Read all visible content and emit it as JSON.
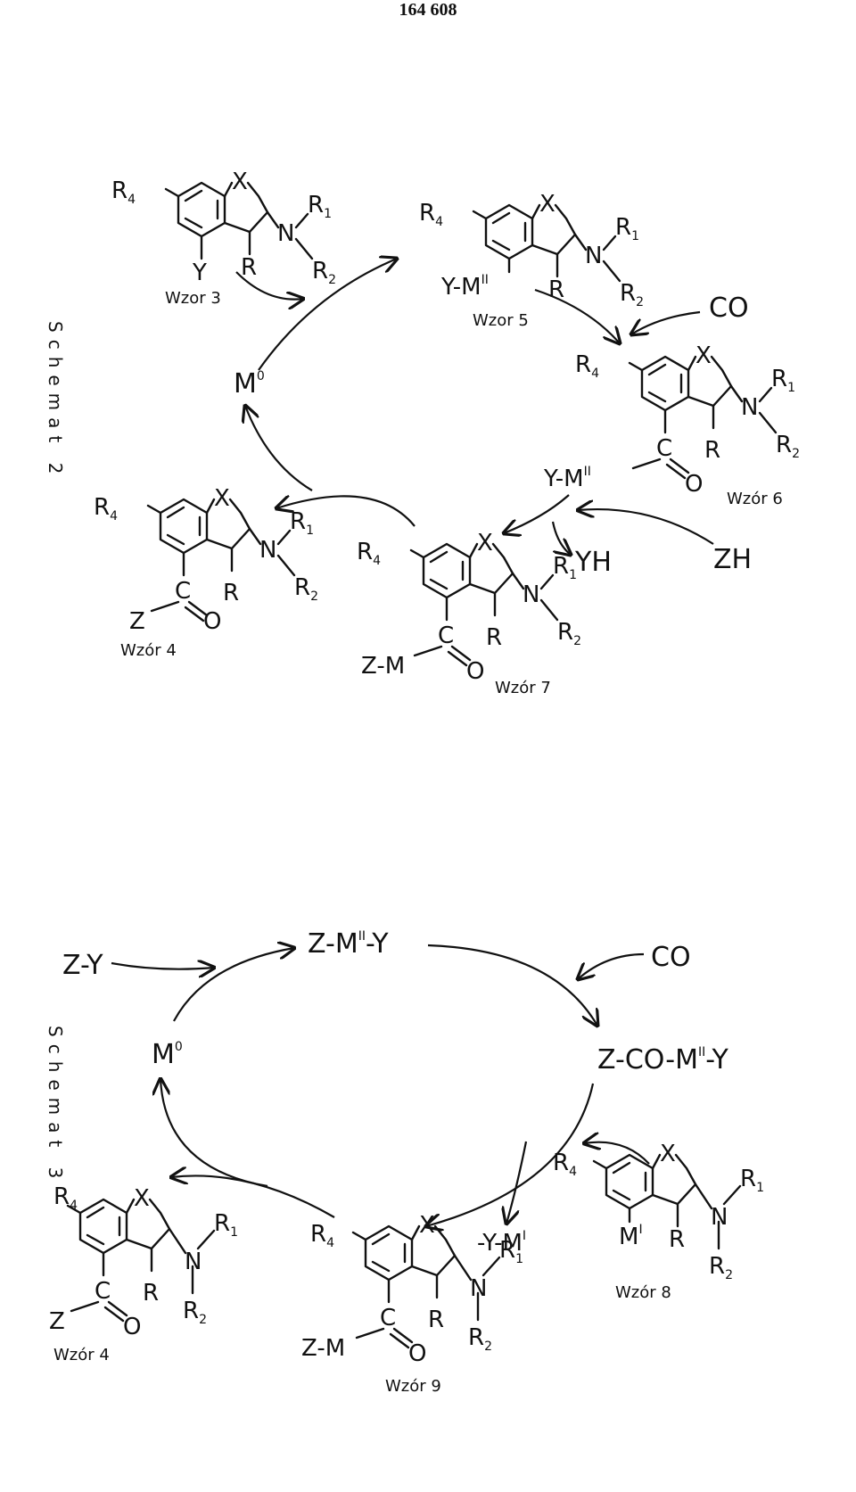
{
  "page_number": "164 608",
  "scheme2": {
    "label": "Schemat 2",
    "catalyst": "M",
    "catalyst_sup": "0",
    "reagent_co": "CO",
    "byproduct_yh": "YH",
    "reagent_zh": "ZH",
    "wzor3": {
      "caption": "Wzor 3",
      "substituent": "Y"
    },
    "wzor5": {
      "caption": "Wzor 5",
      "substituent": "Y-M",
      "sup": "II"
    },
    "wzor6": {
      "caption": "Wzór 6",
      "acyl_left": "Y-M",
      "sup": "II"
    },
    "wzor7": {
      "caption": "Wzór 7",
      "acyl_left": "Z-M"
    },
    "wzor4": {
      "caption": "Wzór 4",
      "acyl_left": "Z"
    }
  },
  "scheme3": {
    "label": "Schemat 3",
    "zy": "Z-Y",
    "zmy_a": "Z-M",
    "zmy_sup": "II",
    "zmy_b": "-Y",
    "co": "CO",
    "zcomy_a": "Z-CO-M",
    "zcomy_sup": "II",
    "zcomy_b": "-Y",
    "catalyst": "M",
    "catalyst_sup": "0",
    "ymi": "-Y-M",
    "ymi_sup": "I",
    "wzor8": {
      "caption": "Wzór 8",
      "substituent": "M",
      "sup": "I"
    },
    "wzor9": {
      "caption": "Wzór 9",
      "acyl_left": "Z-M"
    },
    "wzor4": {
      "caption": "Wzór 4",
      "acyl_left": "Z"
    }
  },
  "common": {
    "ring_x": "X",
    "r4": "R",
    "r4_sub": "4",
    "r": "R",
    "n": "N",
    "r1": "R",
    "r1_sub": "1",
    "r2": "R",
    "r2_sub": "2",
    "c": "C",
    "o": "O"
  }
}
